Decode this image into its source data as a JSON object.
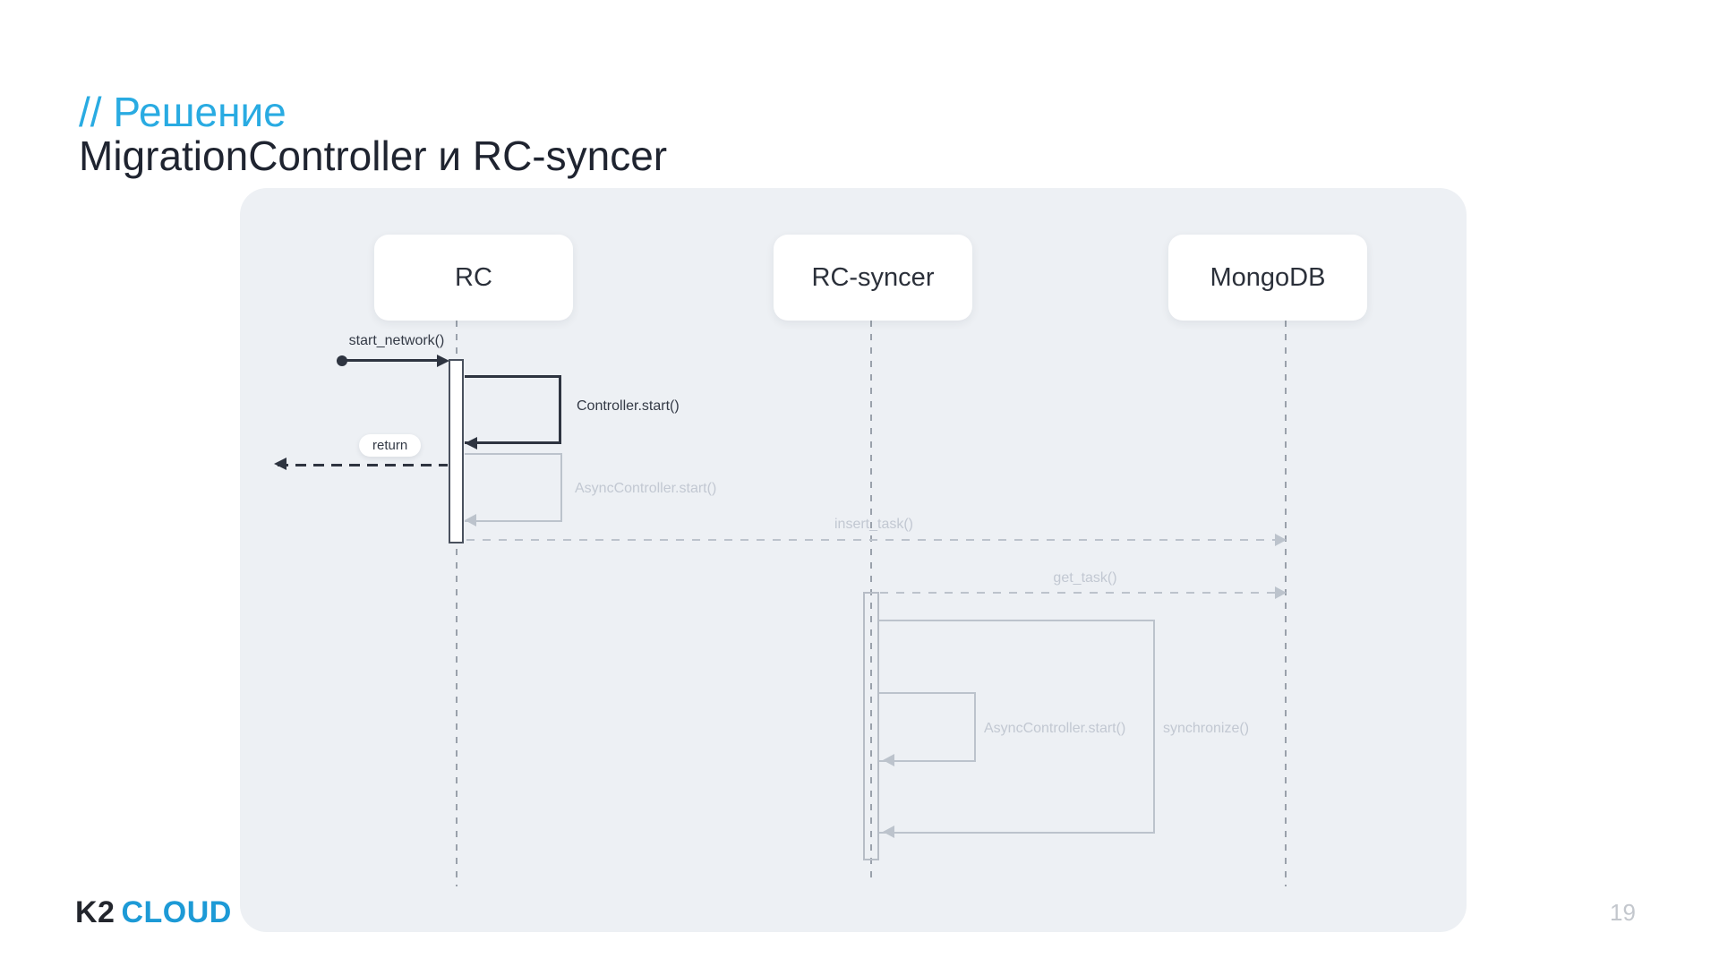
{
  "slide": {
    "kicker": "// Решение",
    "title": "MigrationController и RC-syncer",
    "page_number": "19",
    "logo": {
      "k2": "K2",
      "cloud": "CLOUD"
    }
  },
  "diagram": {
    "actors": [
      {
        "id": "rc",
        "label": "RC"
      },
      {
        "id": "rc-syncer",
        "label": "RC-syncer"
      },
      {
        "id": "mongodb",
        "label": "MongoDB"
      }
    ],
    "messages": {
      "start_network": "start_network()",
      "controller_start": "Controller.start()",
      "return_label": "return",
      "async_start_rc": "AsyncController.start()",
      "insert_task": "insert_task()",
      "get_task": "get_task()",
      "async_start_syncer": "AsyncController.start()",
      "synchronize": "synchronize()"
    }
  },
  "colors": {
    "accent": "#29abe2",
    "title-dark": "#1f2430",
    "panel-bg": "#edf0f4",
    "line-dark": "#2e3440",
    "line-light": "#bcc3cc",
    "label-dark": "#343a46",
    "label-light": "#c2c8d2",
    "lifeline": "#9aa1ab",
    "logo-blue": "#1d9ad6",
    "page-num": "#c3c7cd"
  }
}
